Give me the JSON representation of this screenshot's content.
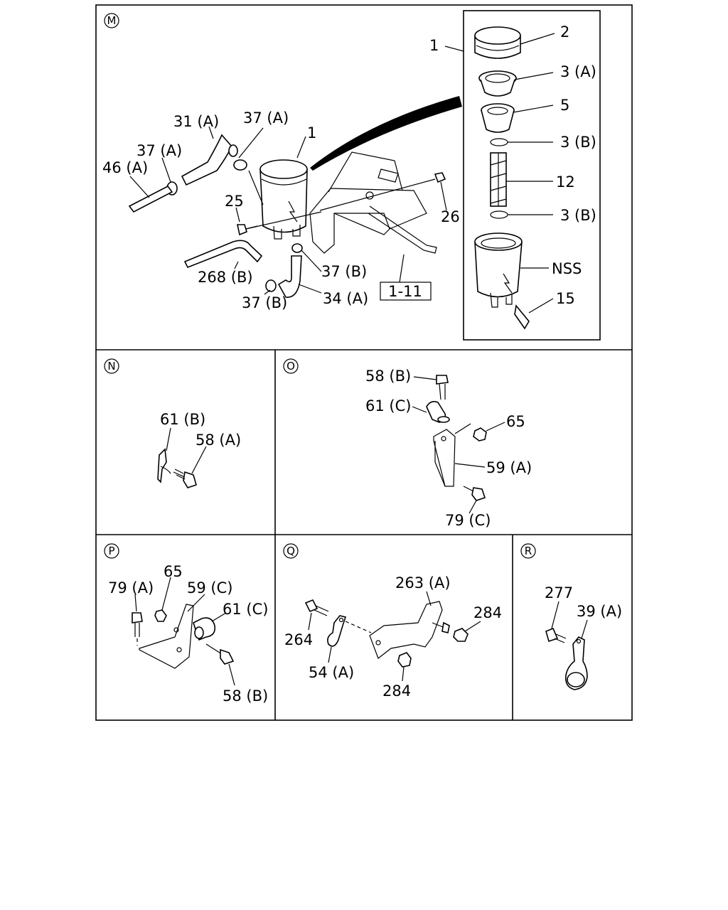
{
  "panels": {
    "M": {
      "letter": "M",
      "labels": {
        "p1": "1",
        "p2": "2",
        "p3a": "3 (A)",
        "p5": "5",
        "p3b_top": "3 (B)",
        "p12": "12",
        "p3b_bot": "3 (B)",
        "nss": "NSS",
        "p15": "15",
        "p1_main": "1",
        "p31a": "31 (A)",
        "p37a_top": "37 (A)",
        "p37a_left": "37 (A)",
        "p46a": "46 (A)",
        "p25": "25",
        "p26": "26",
        "p268b": "268 (B)",
        "p37b_right": "37 (B)",
        "p37b_bot": "37 (B)",
        "p34a": "34 (A)",
        "ref": "1-11"
      }
    },
    "N": {
      "letter": "N",
      "labels": {
        "p61b": "61 (B)",
        "p58a": "58 (A)"
      }
    },
    "O": {
      "letter": "O",
      "labels": {
        "p58b": "58 (B)",
        "p61c": "61 (C)",
        "p65": "65",
        "p59a": "59 (A)",
        "p79c": "79 (C)"
      }
    },
    "P": {
      "letter": "P",
      "labels": {
        "p79a": "79 (A)",
        "p65": "65",
        "p59c": "59 (C)",
        "p61c": "61 (C)",
        "p58b": "58 (B)"
      }
    },
    "Q": {
      "letter": "Q",
      "labels": {
        "p263a": "263 (A)",
        "p284_top": "284",
        "p264": "264",
        "p54a": "54 (A)",
        "p284_bot": "284"
      }
    },
    "R": {
      "letter": "R",
      "labels": {
        "p277": "277",
        "p39a": "39 (A)"
      }
    }
  }
}
